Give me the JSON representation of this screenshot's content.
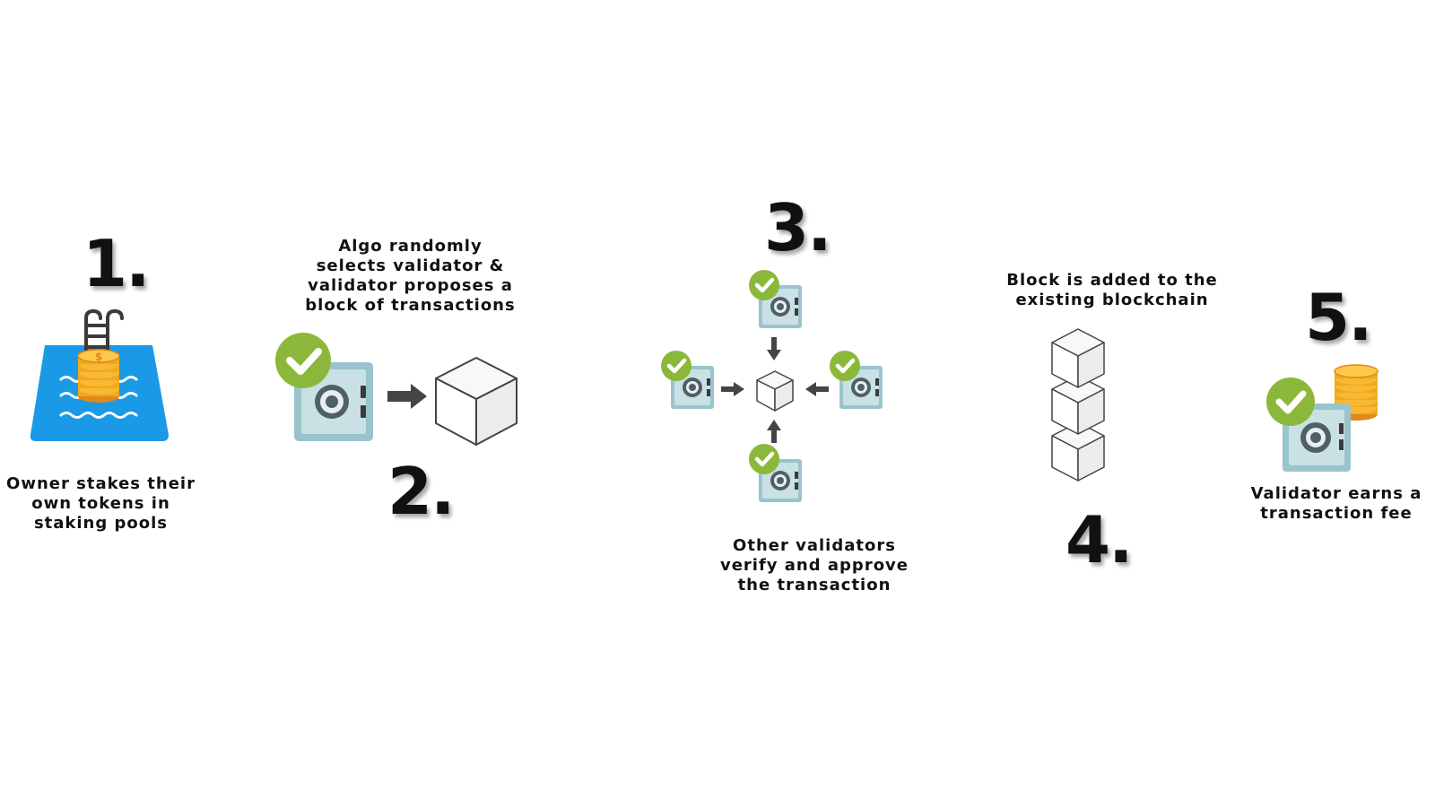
{
  "colors": {
    "pool_blue": "#1a9ae6",
    "wave": "#ffffff",
    "coin_gold": "#f2a81d",
    "coin_edge": "#e0891a",
    "check_green": "#8bb83a",
    "safe_body": "#9ac4cc",
    "safe_door": "#c9e1e5",
    "arrow_gray": "#444444",
    "cube_face": "#efefef"
  },
  "steps": [
    {
      "number": "1.",
      "caption": "Owner stakes their own tokens in staking pools",
      "icon": "staking-pool-icon"
    },
    {
      "number": "2.",
      "caption": "Algo randomly selects validator & validator proposes a block of transactions",
      "icon": "validator-proposes-block-icon"
    },
    {
      "number": "3.",
      "caption": "Other validators verify and approve the transaction",
      "icon": "validators-verify-icon"
    },
    {
      "number": "4.",
      "caption": "Block is added to the existing blockchain",
      "icon": "blockchain-icon"
    },
    {
      "number": "5.",
      "caption": "Validator earns a transaction fee",
      "icon": "validator-earns-fee-icon"
    }
  ],
  "coin_symbol": "$"
}
